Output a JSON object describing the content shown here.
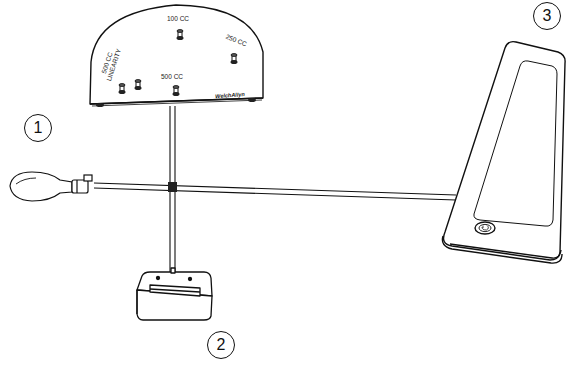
{
  "diagram": {
    "nodes": [
      {
        "text": [
          "100 CC",
          "250 CC",
          "500 CC LINEARITY",
          "500 CC",
          "WelchAllyn"
        ]
      },
      {
        "text": [
          "1"
        ]
      },
      {
        "text": [
          "2"
        ]
      },
      {
        "text": [
          "3"
        ]
      }
    ]
  }
}
